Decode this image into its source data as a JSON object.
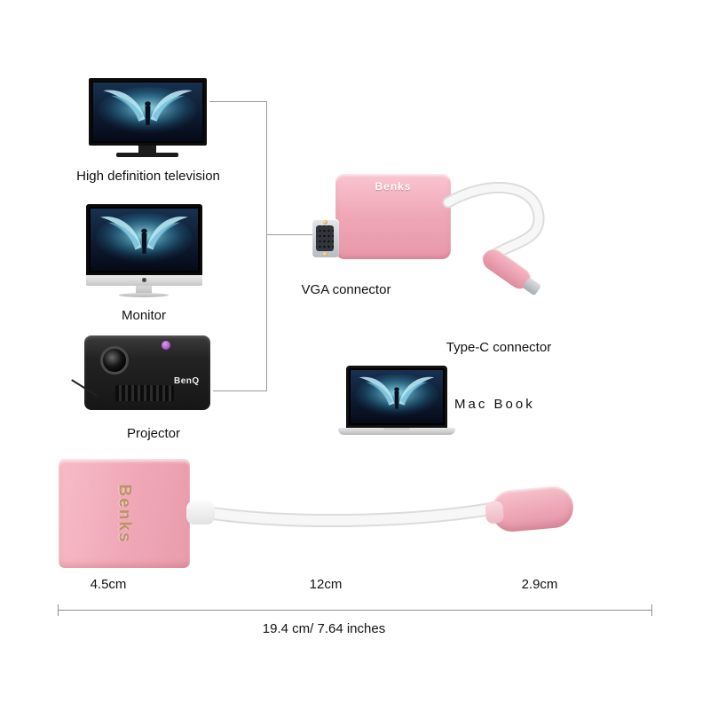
{
  "devices": {
    "tv": {
      "label": "High definition television"
    },
    "monitor": {
      "label": "Monitor"
    },
    "projector": {
      "label": "Projector",
      "brand": "BenQ"
    },
    "macbook": {
      "label": "Mac Book"
    }
  },
  "adapter": {
    "brand": "Benks",
    "vga_label": "VGA connector",
    "typec_label": "Type-C connector"
  },
  "product_shot": {
    "brand": "Benks"
  },
  "dimensions": {
    "adapter": "4.5cm",
    "cable": "12cm",
    "connector": "2.9cm",
    "total": "19.4 cm/ 7.64 inches"
  },
  "colors": {
    "rose_gold": "#eea2b1",
    "rose_gold_light": "#f7c2cc",
    "cable_white": "#f6f6f6",
    "bracket_line": "#9a9a9a",
    "artwork_glow": "#9fe9f7"
  }
}
